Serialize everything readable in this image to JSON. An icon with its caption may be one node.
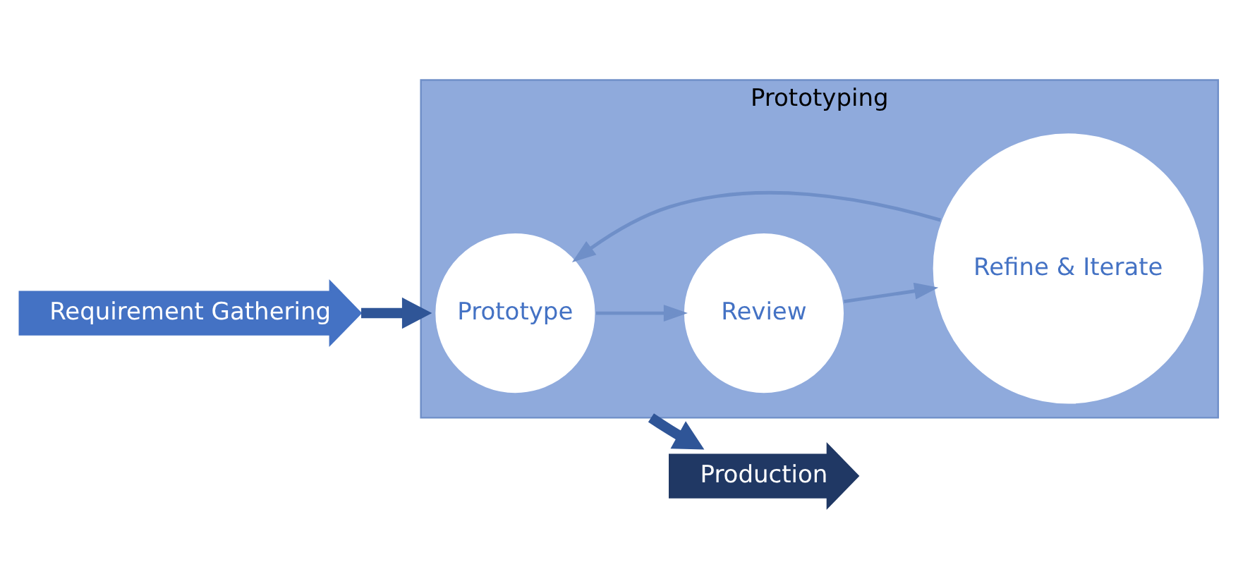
{
  "diagram": {
    "nodes": [
      {
        "text": [
          "Requirement Gathering"
        ]
      },
      {
        "text": [
          "Prototyping"
        ]
      },
      {
        "text": [
          "Prototype"
        ],
        "in": 1
      },
      {
        "text": [
          "Review"
        ],
        "in": 1
      },
      {
        "text": [
          "Refine & Iterate"
        ],
        "in": 1
      },
      {
        "text": [
          "Production"
        ]
      }
    ],
    "edges": [
      {
        "from": 0,
        "to": 1,
        "arrow": "to",
        "style": "thick"
      },
      {
        "from": 2,
        "to": 3,
        "arrow": "to"
      },
      {
        "from": 3,
        "to": 4,
        "arrow": "to"
      },
      {
        "from": 4,
        "to": 2,
        "arrow": "to"
      },
      {
        "from": 1,
        "to": 5,
        "arrow": "to",
        "style": "thick"
      }
    ]
  }
}
